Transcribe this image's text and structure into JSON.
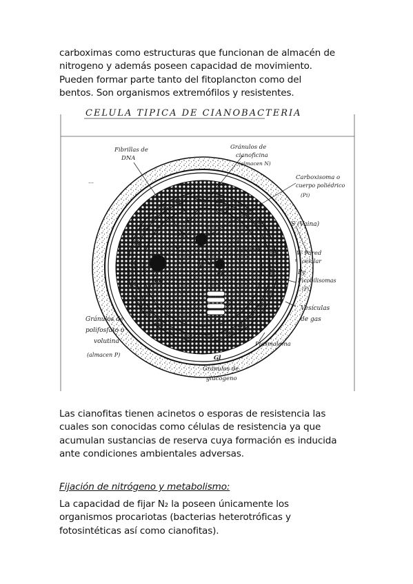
{
  "paragraph1": [
    "carboximas como estructuras que funcionan de almacén de",
    "nitrogeno y además poseen capacidad de movimiento.",
    "Pueden formar parte tanto del fitoplancton como del",
    "bentos. Son organismos extremófilos y resistentes."
  ],
  "figure": {
    "title": "CELULA TIPICA DE CIANOBACTERIA",
    "labels": {
      "fibrillas": [
        "Fibrillas de",
        "DNA"
      ],
      "granulos_cianoficina": [
        "Gránulos de",
        "cianoficina",
        "(almacen N)"
      ],
      "carboxisoma": [
        "Carboxisoma o",
        "cuerpo poliédrico",
        "(Pi)"
      ],
      "vaina": "S (Vaina)",
      "pared": [
        "W Pared",
        "celular"
      ],
      "ribosomas": [
        "R",
        "ribosomas"
      ],
      "py": "Py",
      "ficobilisomas": [
        "Ficobilisomas",
        "(Pi)"
      ],
      "vesiculas": [
        "Vesículas",
        "de gas"
      ],
      "polifosfato": [
        "Gránulos de",
        "polifosfato o",
        "volutina",
        "(almacen P)"
      ],
      "plasmalema": "Plasmalema",
      "glucogeno": [
        "Gránulos de",
        "glucógeno"
      ],
      "sc": "SC",
      "pb": "PB",
      "ph": "Ph",
      "d": "D",
      "g": "G",
      "gl": "Gl"
    }
  },
  "paragraph2": [
    "Las cianofitas tienen acinetos o esporas de resistencia las",
    "cuales son conocidas como células de resistencia ya que",
    "acumulan sustancias de reserva cuya formación es inducida",
    "ante condiciones ambientales adversas."
  ],
  "heading": "Fijación de nitrógeno y metabolismo:",
  "paragraph3": [
    "La capacidad de fijar N₂ la poseen únicamente los",
    "organismos procariotas (bacterias heterotróficas y",
    "fotosintéticas así como cianofitas)."
  ]
}
